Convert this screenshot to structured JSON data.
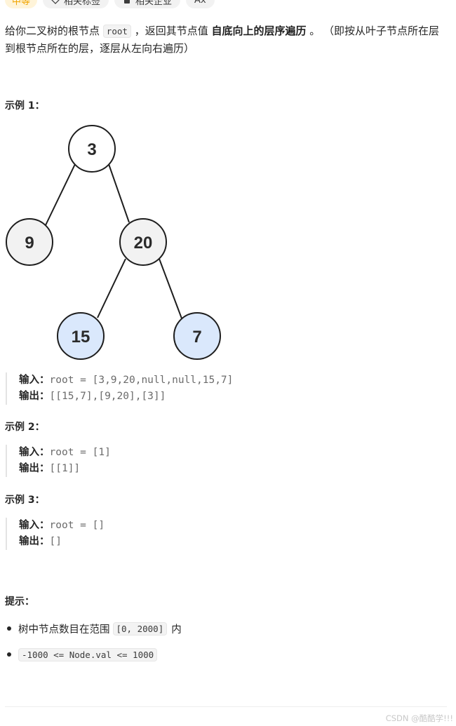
{
  "tags": {
    "difficulty": "中等",
    "related_tags": "相关标签",
    "related_companies": "相关企业",
    "font_size_label": "Ax"
  },
  "description": {
    "part1": "给你二叉树的根节点",
    "code_root": "root",
    "part2": "，返回其节点值",
    "bold": "自底向上的层序遍历",
    "part3": "。 （即按从叶子节点所在层到根节点所在的层，逐层从左向右遍历）"
  },
  "example1": {
    "title": "示例 1：",
    "tree": {
      "root": "3",
      "left": "9",
      "right": "20",
      "right_left": "15",
      "right_right": "7"
    },
    "input_label": "输入：",
    "input_value": "root = [3,9,20,null,null,15,7]",
    "output_label": "输出：",
    "output_value": "[[15,7],[9,20],[3]]"
  },
  "example2": {
    "title": "示例 2：",
    "input_label": "输入：",
    "input_value": "root = [1]",
    "output_label": "输出：",
    "output_value": "[[1]]"
  },
  "example3": {
    "title": "示例 3：",
    "input_label": "输入：",
    "input_value": "root = []",
    "output_label": "输出：",
    "output_value": "[]"
  },
  "hints": {
    "title": "提示：",
    "item1_prefix": "树中节点数目在范围",
    "item1_code": "[0, 2000]",
    "item1_suffix": "内",
    "item2_code": "-1000 <= Node.val <= 1000"
  },
  "watermark": "CSDN @酷酷学!!!",
  "colors": {
    "node_gray": "#f2f2f2",
    "node_blue": "#dae8fc",
    "difficulty": "#f0a400"
  }
}
